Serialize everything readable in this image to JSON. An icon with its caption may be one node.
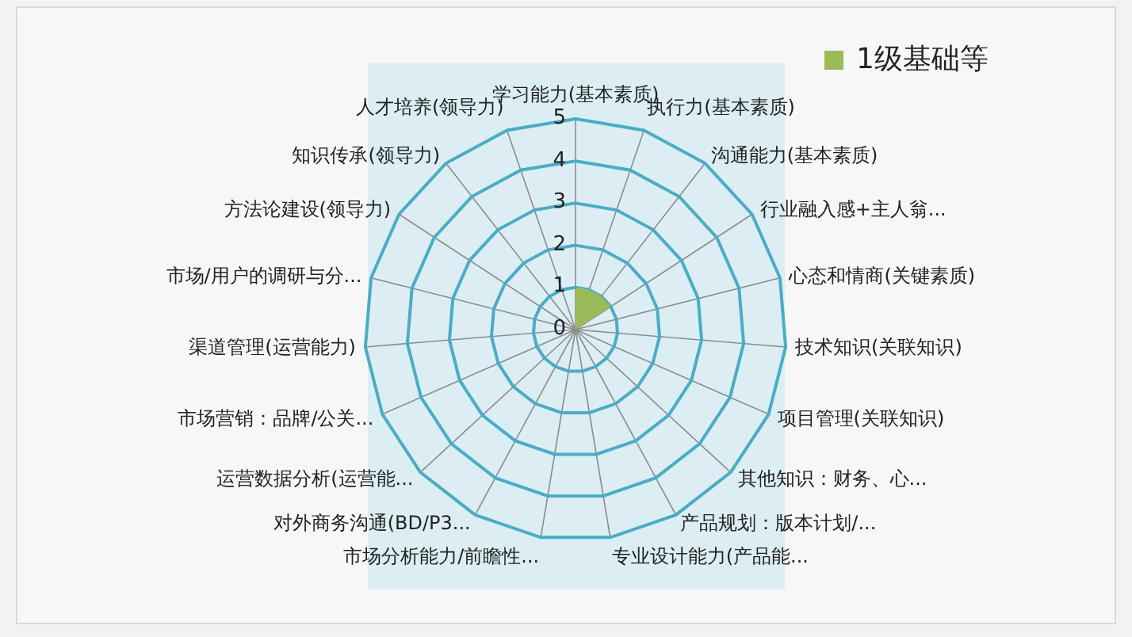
{
  "diagram": {
    "labels": [
      "学习能力(基本素质)",
      "执行力(基本素质)",
      "沟通能力(基本素质)",
      "行业融入感+主人翁...",
      "心态和情商(关键素质)",
      "技术知识(关联知识)",
      "项目管理(关联知识)",
      "其他知识：财务、心...",
      "产品规划：版本计划/...",
      "专业设计能力(产品能...",
      "市场分析能力/前瞻性...",
      "对外商务沟通(BD/P3...",
      "运营数据分析(运营能...",
      "市场营销：品牌/公关...",
      "渠道管理(运营能力)",
      "市场/用户的调研与分...",
      "方法论建设(领导力)",
      "知识传承(领导力)",
      "人才培养(领导力)",
      "5",
      "4",
      "3",
      "2",
      "1",
      "0"
    ],
    "legend": [
      {
        "text": "1级基础等",
        "color": "#9bbb59"
      }
    ]
  }
}
